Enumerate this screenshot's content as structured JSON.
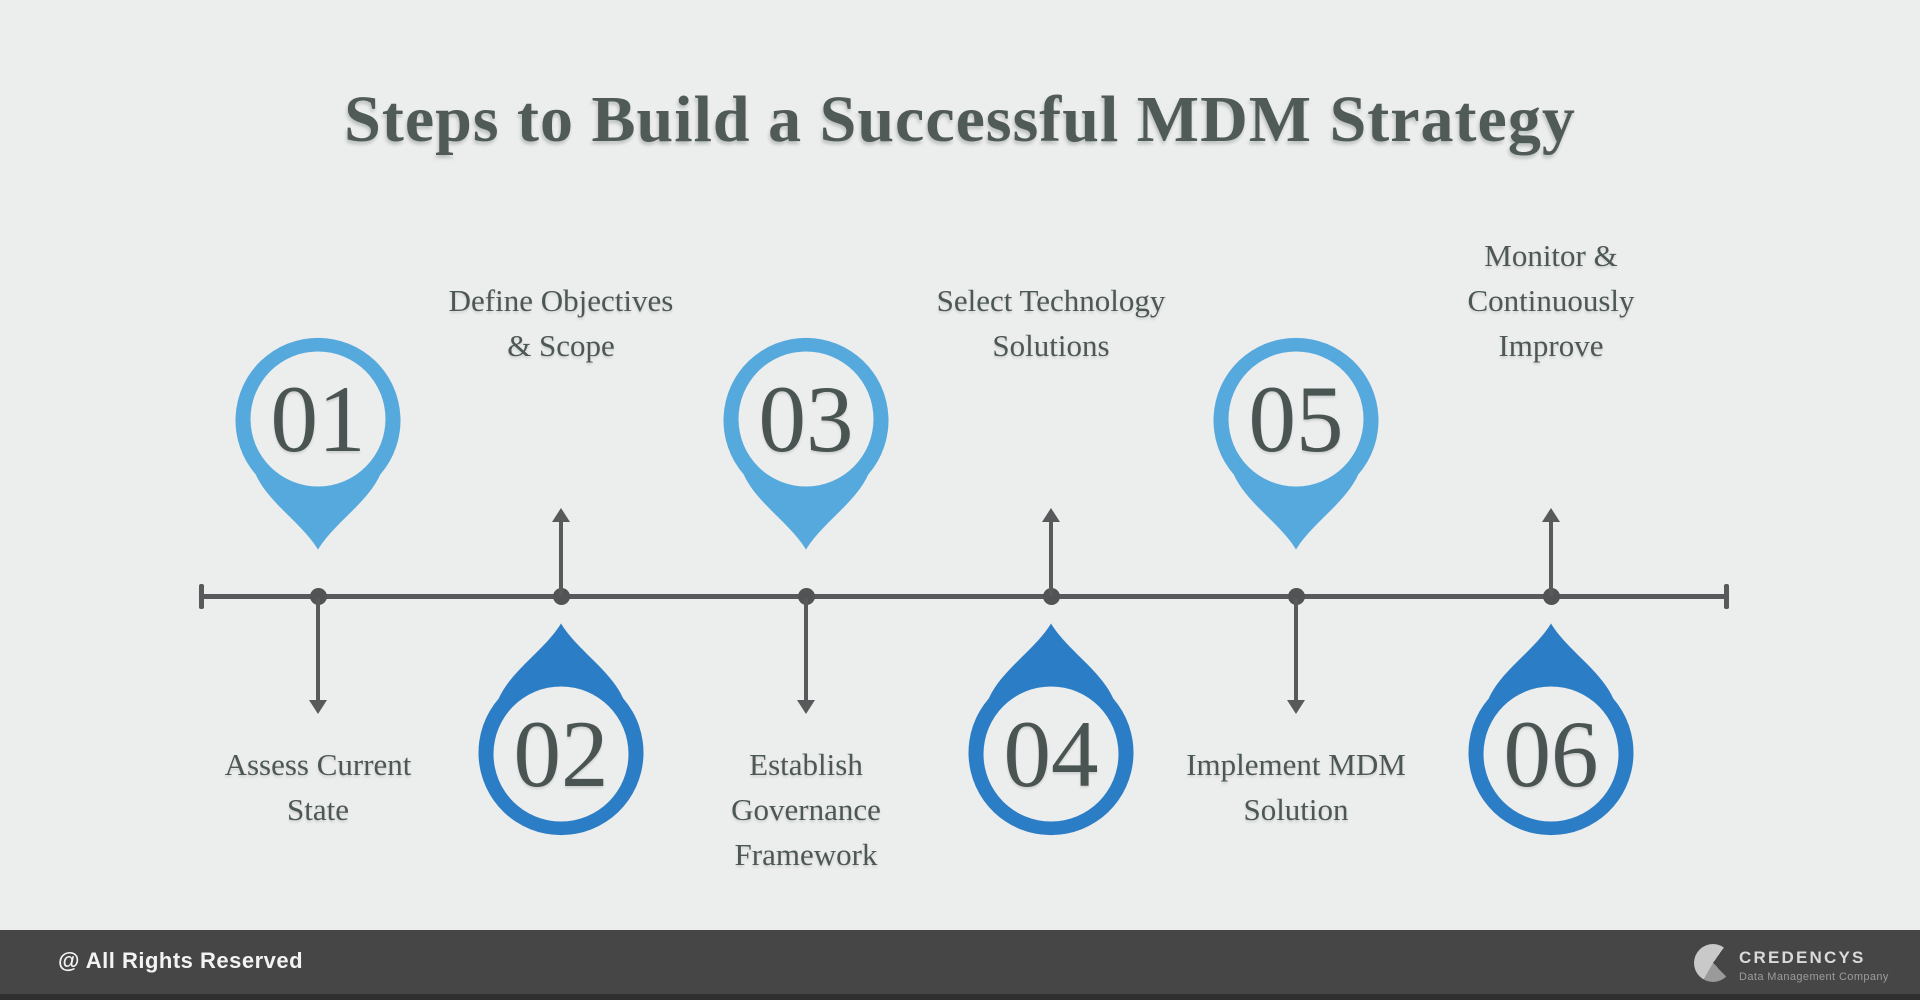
{
  "title": "Steps to Build a Successful MDM Strategy",
  "steps": [
    {
      "number": "01",
      "label": "Assess Current\nState",
      "pin_side": "above",
      "pin_color": "#56a9dd"
    },
    {
      "number": "02",
      "label": "Define Objectives\n& Scope",
      "pin_side": "below",
      "pin_color": "#2b7dc6"
    },
    {
      "number": "03",
      "label": "Establish\nGovernance\nFramework",
      "pin_side": "above",
      "pin_color": "#56a9dd"
    },
    {
      "number": "04",
      "label": "Select Technology\nSolutions",
      "pin_side": "below",
      "pin_color": "#2b7dc6"
    },
    {
      "number": "05",
      "label": "Implement MDM\nSolution",
      "pin_side": "above",
      "pin_color": "#56a9dd"
    },
    {
      "number": "06",
      "label": "Monitor &\nContinuously\nImprove",
      "pin_side": "below",
      "pin_color": "#2b7dc6"
    }
  ],
  "colors": {
    "background": "#eceded",
    "pin_light_blue": "#56a9dd",
    "pin_dark_blue": "#2b7dc6",
    "timeline_gray": "#58595a",
    "text_gray": "#4d5855",
    "title_gray": "#505a57",
    "footer_background": "#464646",
    "footer_text": "#f3f3f3"
  },
  "footer": {
    "copyright": "@ All Rights Reserved",
    "brand_name": "CREDENCYS",
    "brand_tagline": "Data Management Company",
    "brand_mark_icon": "credencys-circle-logo"
  }
}
